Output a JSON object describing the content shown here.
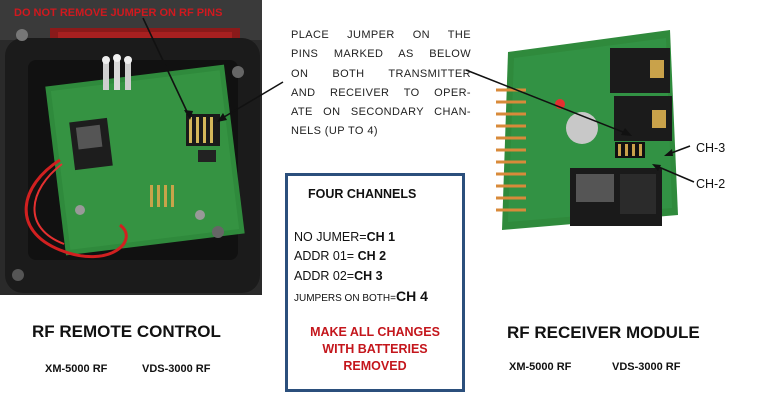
{
  "warning_label": "DO NOT REMOVE JUMPER ON RF PINS",
  "instructions": [
    "PLACE JUMPER ON THE",
    "PINS MARKED AS BELOW",
    "ON BOTH TRANSMITTER",
    "AND RECEIVER TO OPER-",
    "ATE ON SECONDARY CHAN-",
    "NELS (UP TO 4)"
  ],
  "channels_box": {
    "title": "FOUR CHANNELS",
    "rows": [
      {
        "prefix": "NO JUMER=",
        "value": "CH 1"
      },
      {
        "prefix": "ADDR 01= ",
        "value": "CH 2"
      },
      {
        "prefix": "ADDR 02=",
        "value": "CH 3"
      },
      {
        "prefix": "JUMPERS ON BOTH=",
        "value": "CH 4"
      }
    ],
    "warning": [
      "MAKE ALL CHANGES",
      "WITH BATTERIES",
      "REMOVED"
    ]
  },
  "left_caption": {
    "title": "RF REMOTE CONTROL",
    "models": [
      "XM-5000 RF",
      "VDS-3000 RF"
    ]
  },
  "right_caption": {
    "title": "RF RECEIVER MODULE",
    "models": [
      "XM-5000 RF",
      "VDS-3000 RF"
    ]
  },
  "channel_callouts": [
    "CH-3",
    "CH-2"
  ],
  "colors": {
    "warning_red": "#d0191f",
    "box_border": "#2b4f7c",
    "pcb_green": "#2f8a3c",
    "enclosure": "#1e1e1e"
  }
}
